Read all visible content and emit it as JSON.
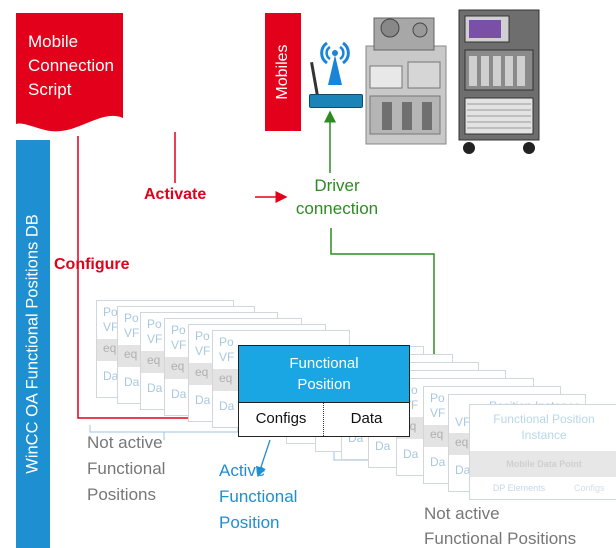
{
  "mobile_script": {
    "line1": "Mobile",
    "line2": "Connection",
    "line3": "Script"
  },
  "db_bar": {
    "label": "WinCC OA Functional Positions DB"
  },
  "mobiles": {
    "label": "Mobiles"
  },
  "labels": {
    "activate": "Activate",
    "configure": "Configure",
    "driver_line1": "Driver",
    "driver_line2": "connection",
    "not_active_left_1": "Not active",
    "not_active_left_2": "Functional",
    "not_active_left_3": "Positions",
    "active_1": "Active",
    "active_2": "Functional",
    "active_3": "Position",
    "not_active_right_1": "Not active",
    "not_active_right_2": "Functional Positions"
  },
  "functional_position": {
    "title_line1": "Functional",
    "title_line2": "Position",
    "configs": "Configs",
    "data": "Data"
  },
  "instance_card": {
    "title_line1": "Functional Position",
    "title_line2": "Instance",
    "mobile_data_point": "Mobile Data Point",
    "dp_elements": "DP Elements",
    "configs": "Configs"
  },
  "ghost_card": {
    "line1": "Po",
    "line2": "VF",
    "band": "eq",
    "line3": "Da"
  },
  "ghost_card_back": {
    "title": "Position Instance"
  },
  "colors": {
    "red": "#e3001b",
    "blue": "#1e8fd0",
    "light_blue": "#1aa6e3",
    "green": "#2e8b22",
    "grey_text": "#777777"
  }
}
